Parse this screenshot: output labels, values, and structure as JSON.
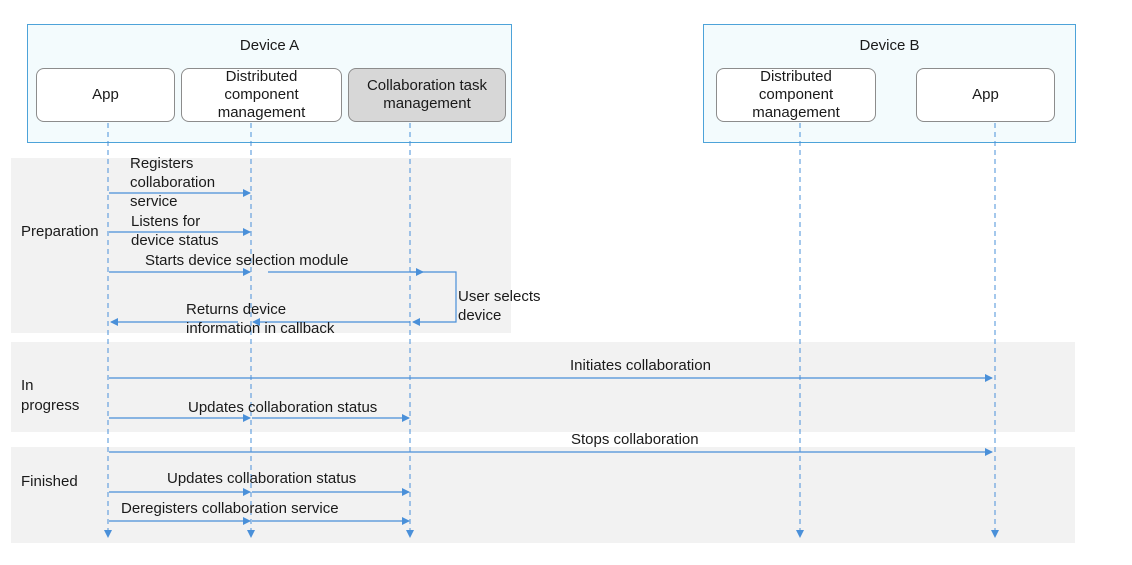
{
  "phases": {
    "preparation": "Preparation",
    "in_progress": "In\nprogress",
    "finished": "Finished"
  },
  "device_a": {
    "title": "Device A",
    "app": "App",
    "dcm": "Distributed\ncomponent\nmanagement",
    "ctm": "Collaboration task\nmanagement"
  },
  "device_b": {
    "title": "Device B",
    "dcm": "Distributed\ncomponent\nmanagement",
    "app": "App"
  },
  "messages": {
    "registers": "Registers\ncollaboration\nservice",
    "listens": "Listens for\ndevice status",
    "starts": "Starts device selection module",
    "user_selects": "User selects\ndevice",
    "returns": "Returns device\ninformation in callback",
    "initiates": "Initiates collaboration",
    "updates_1": "Updates collaboration status",
    "stops": "Stops collaboration",
    "updates_2": "Updates collaboration status",
    "deregisters": "Deregisters collaboration service"
  },
  "colors": {
    "line": "#4a90d9",
    "device_border": "#4da3d9",
    "phase_bg": "#f2f2f2",
    "shaded_box": "#d7d7d7"
  }
}
